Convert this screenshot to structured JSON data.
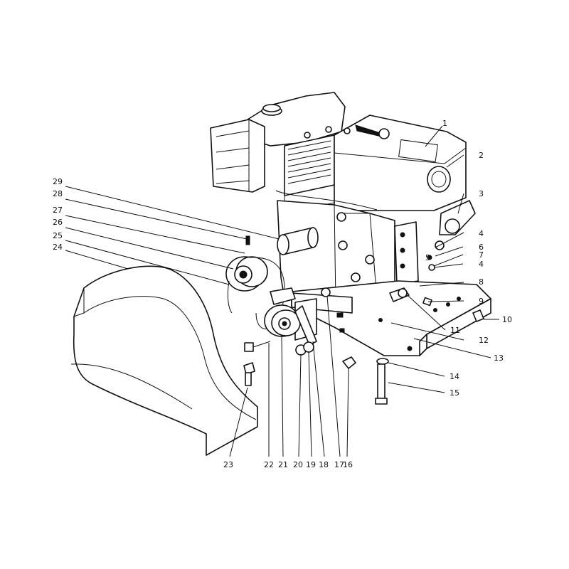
{
  "diagram": {
    "callouts": [
      {
        "id": "c1",
        "label": "1"
      },
      {
        "id": "c2",
        "label": "2"
      },
      {
        "id": "c3",
        "label": "3"
      },
      {
        "id": "c4a",
        "label": "4"
      },
      {
        "id": "c5",
        "label": "5"
      },
      {
        "id": "c6",
        "label": "6"
      },
      {
        "id": "c7",
        "label": "7"
      },
      {
        "id": "c4b",
        "label": "4"
      },
      {
        "id": "c8",
        "label": "8"
      },
      {
        "id": "c9",
        "label": "9"
      },
      {
        "id": "c10",
        "label": "10"
      },
      {
        "id": "c11",
        "label": "11"
      },
      {
        "id": "c12",
        "label": "12"
      },
      {
        "id": "c13",
        "label": "13"
      },
      {
        "id": "c14",
        "label": "14"
      },
      {
        "id": "c15",
        "label": "15"
      },
      {
        "id": "c16",
        "label": "16"
      },
      {
        "id": "c17",
        "label": "17"
      },
      {
        "id": "c18",
        "label": "18"
      },
      {
        "id": "c19",
        "label": "19"
      },
      {
        "id": "c20",
        "label": "20"
      },
      {
        "id": "c21",
        "label": "21"
      },
      {
        "id": "c22",
        "label": "22"
      },
      {
        "id": "c23",
        "label": "23"
      },
      {
        "id": "c24",
        "label": "24"
      },
      {
        "id": "c25",
        "label": "25"
      },
      {
        "id": "c26",
        "label": "26"
      },
      {
        "id": "c27",
        "label": "27"
      },
      {
        "id": "c28",
        "label": "28"
      },
      {
        "id": "c29",
        "label": "29"
      }
    ]
  }
}
